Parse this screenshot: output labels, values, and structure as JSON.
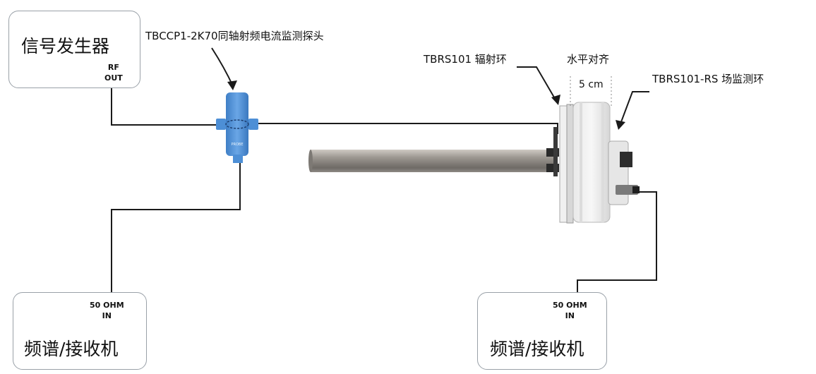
{
  "signal_generator": {
    "title": "信号发生器",
    "port_line1": "RF",
    "port_line2": "OUT"
  },
  "receiver_left": {
    "port_line1": "50 OHM",
    "port_line2": "IN",
    "title": "频谱/接收机"
  },
  "receiver_right": {
    "port_line1": "50 OHM",
    "port_line2": "IN",
    "title": "频谱/接收机"
  },
  "labels": {
    "current_probe": "TBCCP1-2K70同轴射频电流监测探头",
    "radiating_ring": "TBRS101 辐射环",
    "horizontal_align": "水平对齐",
    "distance": "5 cm",
    "field_monitor_ring": "TBRS101-RS 场监测环"
  },
  "colors": {
    "probe": "#4d8fd6",
    "cable": "#1a1a1a",
    "box_border": "#9aa1a8",
    "rod": "#8a8580"
  }
}
